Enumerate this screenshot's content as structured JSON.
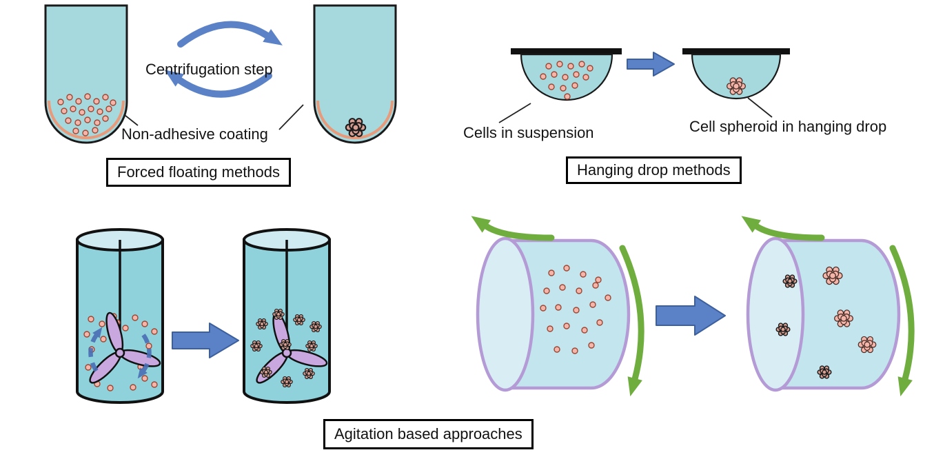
{
  "diagram": {
    "title_boxes": {
      "forced_floating": "Forced floating methods",
      "hanging_drop": "Hanging drop methods",
      "agitation": "Agitation based approaches"
    },
    "labels": {
      "centrifugation": "Centrifugation step",
      "non_adhesive": "Non-adhesive coating",
      "cells_suspension": "Cells in suspension",
      "cell_spheroid": "Cell spheroid in hanging drop"
    },
    "colors": {
      "liquid": "#a6d9de",
      "liquid_light": "#cfeaf1",
      "flask_liquid": "#8fd2db",
      "vessel_body": "#c2e5ee",
      "vessel_face": "#d8eef4",
      "vessel_outline": "#b49bd6",
      "cell_fill": "#f4b6ab",
      "cell_stroke": "#9c4632",
      "spheroid_dark_fill": "#d8a092",
      "arrow_blue": "#5b82c6",
      "arrow_green": "#6fae3e",
      "impeller": "#c9a8e0",
      "coating": "#e89a7a",
      "bar_black": "#111111"
    }
  }
}
